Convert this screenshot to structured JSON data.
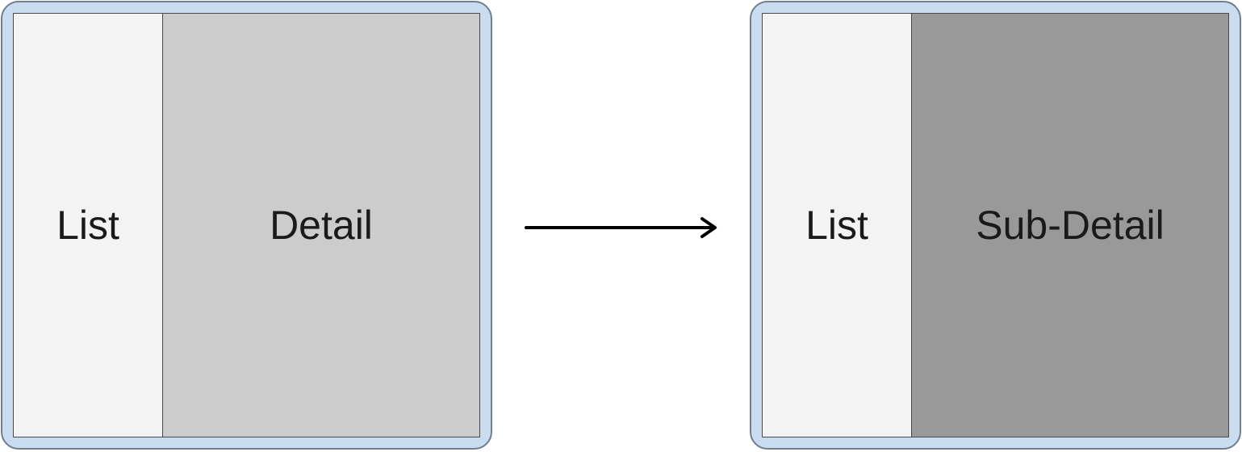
{
  "diagram": {
    "before": {
      "list_label": "List",
      "detail_label": "Detail"
    },
    "after": {
      "list_label": "List",
      "detail_label": "Sub-Detail"
    },
    "colors": {
      "device_frame": "#c9dcf0",
      "list_pane": "#f3f3f3",
      "detail_pane": "#cccccc",
      "subdetail_pane": "#999999",
      "arrow": "#000000"
    }
  }
}
